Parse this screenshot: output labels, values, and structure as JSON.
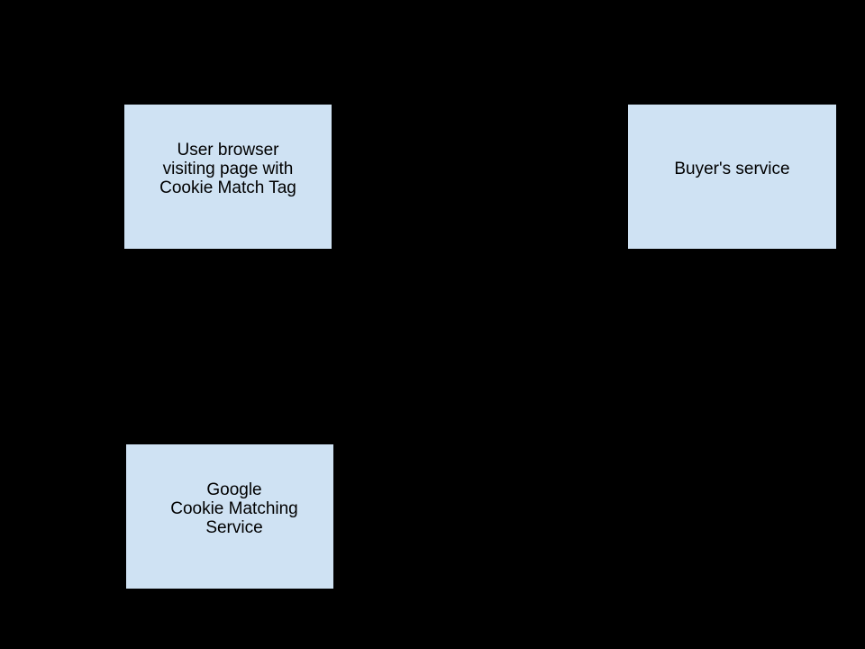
{
  "diagram": {
    "description": "Cookie matching flow diagram on black background",
    "background_color": "#000000",
    "node_fill_color": "#cfe2f3",
    "node_border_color": "#000000",
    "text_color": "#000000",
    "nodes": [
      {
        "id": "user-browser",
        "lines": [
          "User browser",
          "visiting page with",
          "Cookie Match Tag"
        ]
      },
      {
        "id": "buyers-service",
        "lines": [
          "Buyer's service"
        ]
      },
      {
        "id": "google-cookie-matching-service",
        "lines": [
          "Google",
          "Cookie Matching",
          "Service"
        ]
      }
    ]
  }
}
